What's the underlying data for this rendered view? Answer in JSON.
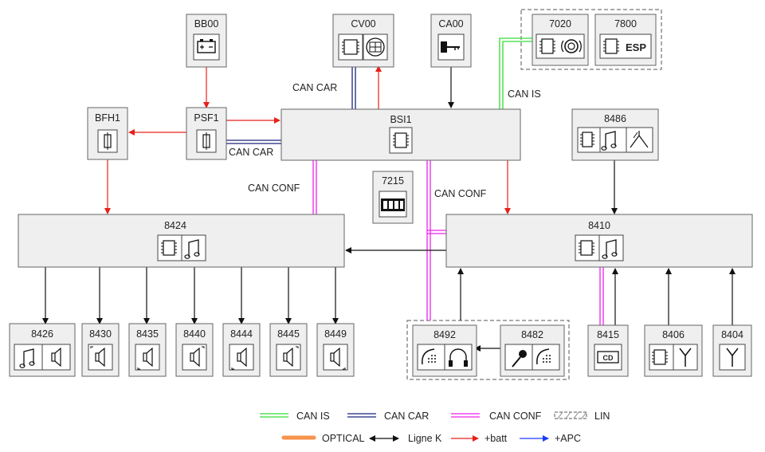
{
  "nodes": {
    "BB00": "BB00",
    "CV00": "CV00",
    "CA00": "CA00",
    "n7020": "7020",
    "n7800": "7800",
    "BFH1": "BFH1",
    "PSF1": "PSF1",
    "BSI1": "BSI1",
    "n8486": "8486",
    "n7215": "7215",
    "n8424": "8424",
    "n8410": "8410",
    "n8426": "8426",
    "n8430": "8430",
    "n8435": "8435",
    "n8440": "8440",
    "n8444": "8444",
    "n8445": "8445",
    "n8449": "8449",
    "n8492": "8492",
    "n8482": "8482",
    "n8415": "8415",
    "n8406": "8406",
    "n8404": "8404",
    "esp_text": "ESP"
  },
  "bus_labels": {
    "can_car_top": "CAN CAR",
    "can_car_psf": "CAN CAR",
    "can_is": "CAN IS",
    "can_conf_left": "CAN CONF",
    "can_conf_right": "CAN CONF"
  },
  "legend": {
    "can_is": "CAN IS",
    "can_car": "CAN CAR",
    "can_conf": "CAN CONF",
    "lin": "LIN",
    "optical": "OPTICAL",
    "ligne_k": "Ligne K",
    "batt": "+batt",
    "apc": "+APC"
  },
  "colors": {
    "can_is": "#33dd33",
    "can_car": "#1a237e",
    "can_conf": "#ee22ee",
    "optical": "#f7934c",
    "batt": "#e8201a",
    "apc": "#1a3cff"
  }
}
